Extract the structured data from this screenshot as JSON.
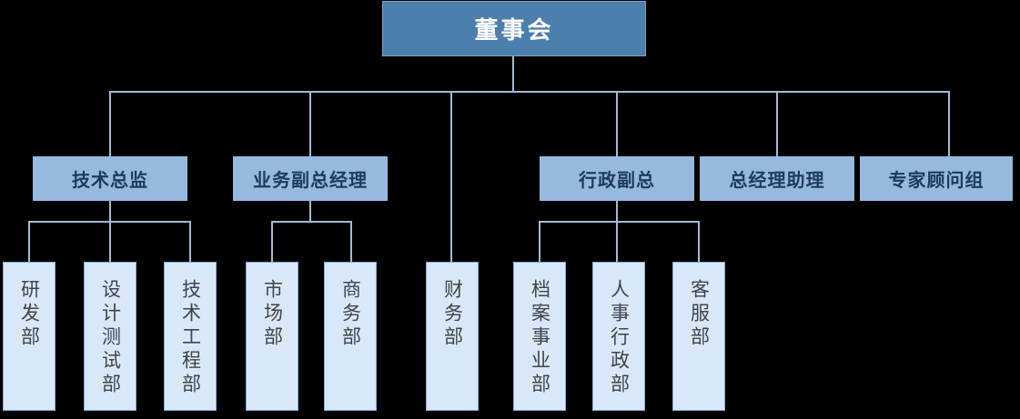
{
  "chart": {
    "type": "org-chart",
    "root": {
      "label": "董事会"
    },
    "managers": [
      {
        "label": "技术总监"
      },
      {
        "label": "业务副总经理"
      },
      {
        "label": "行政副总"
      },
      {
        "label": "总经理助理"
      },
      {
        "label": "专家顾问组"
      }
    ],
    "departments": [
      {
        "label": "研发部",
        "parent": "技术总监"
      },
      {
        "label": "设计测试部",
        "parent": "技术总监"
      },
      {
        "label": "技术工程部",
        "parent": "技术总监"
      },
      {
        "label": "市场部",
        "parent": "业务副总经理"
      },
      {
        "label": "商务部",
        "parent": "业务副总经理"
      },
      {
        "label": "财务部",
        "parent": "董事会"
      },
      {
        "label": "档案事业部",
        "parent": "行政副总"
      },
      {
        "label": "人事行政部",
        "parent": "行政副总"
      },
      {
        "label": "客服部",
        "parent": "行政副总"
      }
    ],
    "colors": {
      "background": "#000000",
      "connector": "#9fbcd9",
      "root_fill": "#4d7fad",
      "root_border": "#7fa3c5",
      "root_text": "#ffffff",
      "manager_fill": "#95bade",
      "manager_text": "#1e3a5f",
      "department_fill": "#d9e8f8",
      "department_border": "#84abd7",
      "department_text": "#3f4448"
    }
  }
}
